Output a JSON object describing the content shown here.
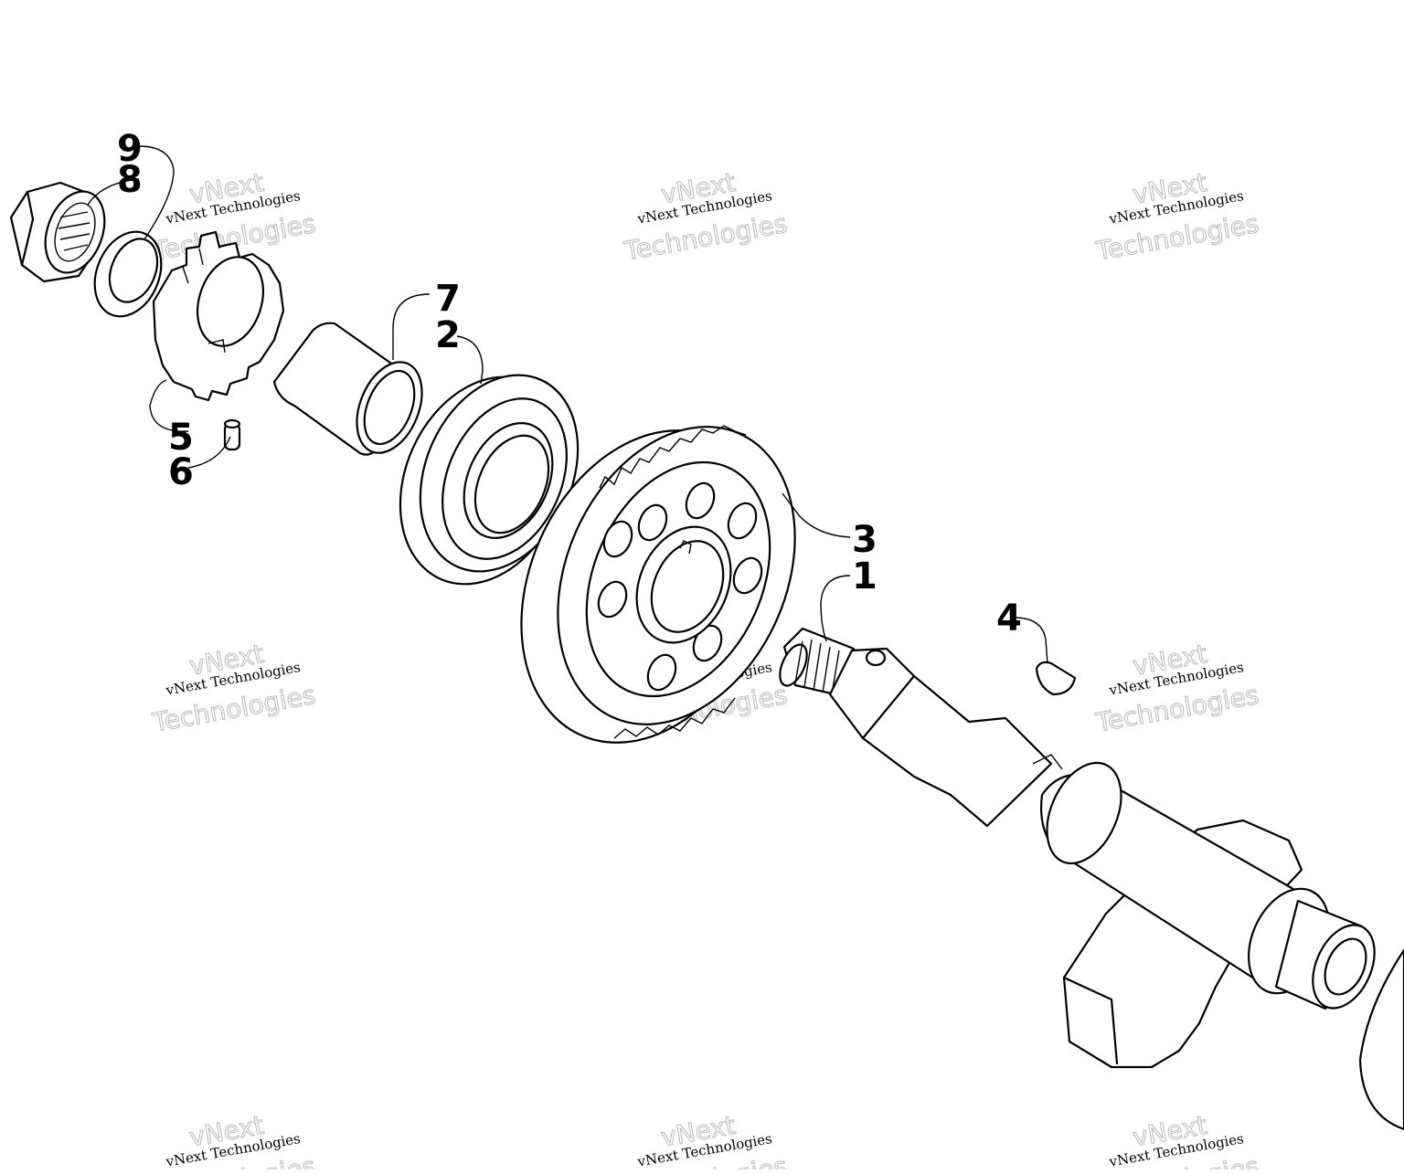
{
  "callouts": {
    "c9": "9",
    "c8": "8",
    "c7": "7",
    "c2": "2",
    "c5": "5",
    "c6": "6",
    "c3": "3",
    "c1": "1",
    "c4": "4"
  },
  "watermark": {
    "line1": "vNext Technologies",
    "line2": "vNext",
    "line3": "Technologies"
  },
  "colors": {
    "line": "#000000",
    "background": "#ffffff",
    "watermark_outline": "#b8b8b8"
  }
}
